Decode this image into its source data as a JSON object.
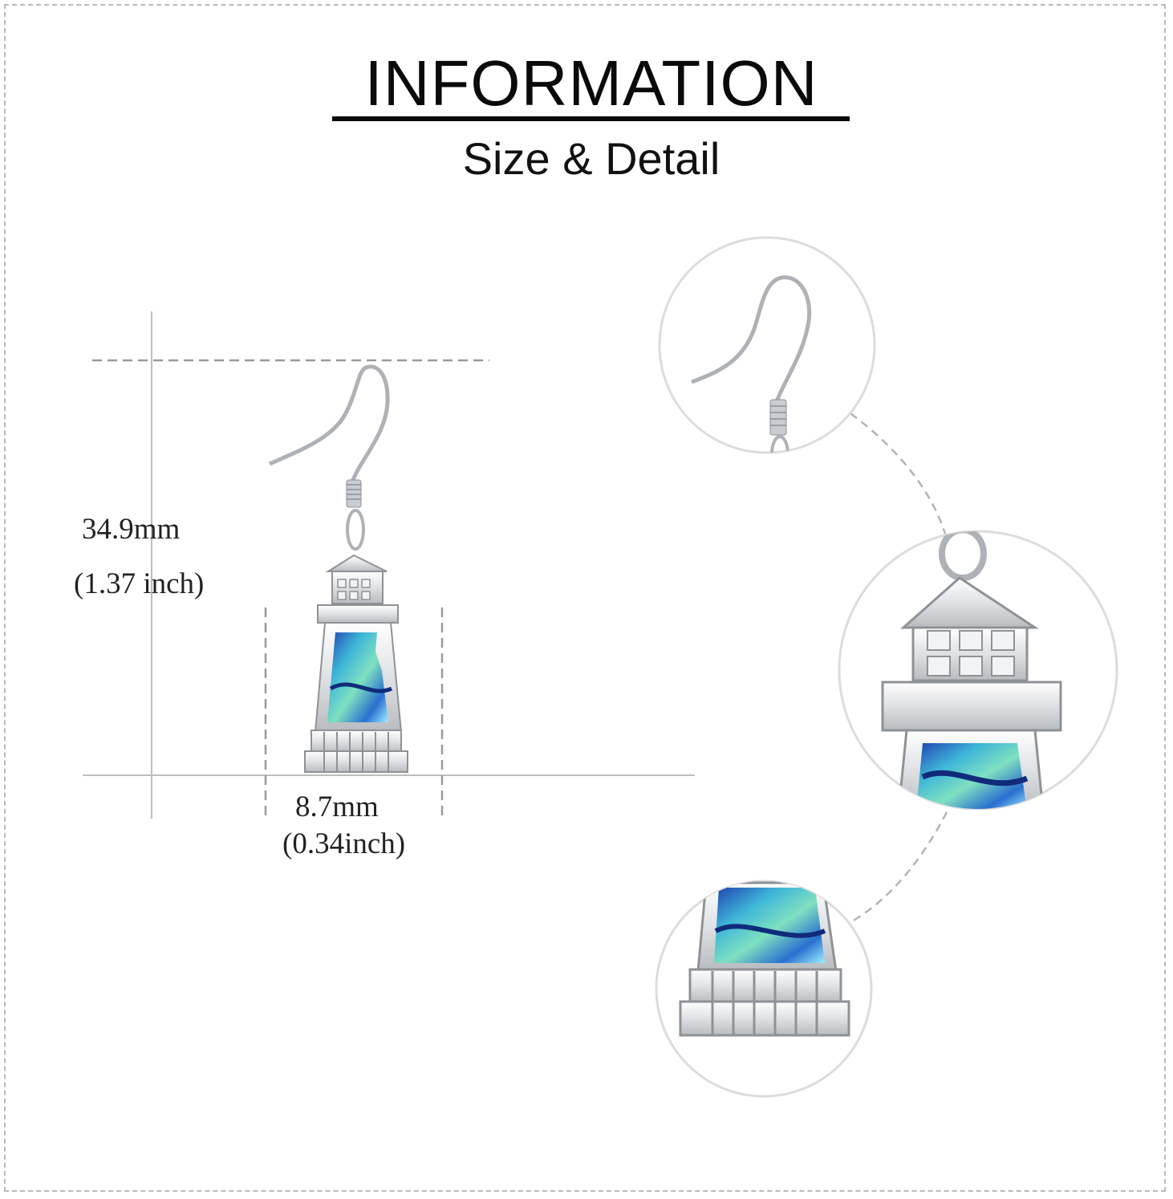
{
  "header": {
    "title": "INFORMATION",
    "subtitle": "Size & Detail"
  },
  "dimensions": {
    "height_mm": "34.9mm",
    "height_inch": "(1.37 inch)",
    "width_mm": "8.7mm",
    "width_inch": "(0.34inch)"
  },
  "colors": {
    "silver": "#d9dbde",
    "abalone_blue": "#2f8fd6",
    "abalone_green": "#66d1b8",
    "guide_line": "#bdbdbd"
  },
  "detail_views": [
    "hook-detail",
    "lighthouse-top-detail",
    "lighthouse-base-detail"
  ]
}
